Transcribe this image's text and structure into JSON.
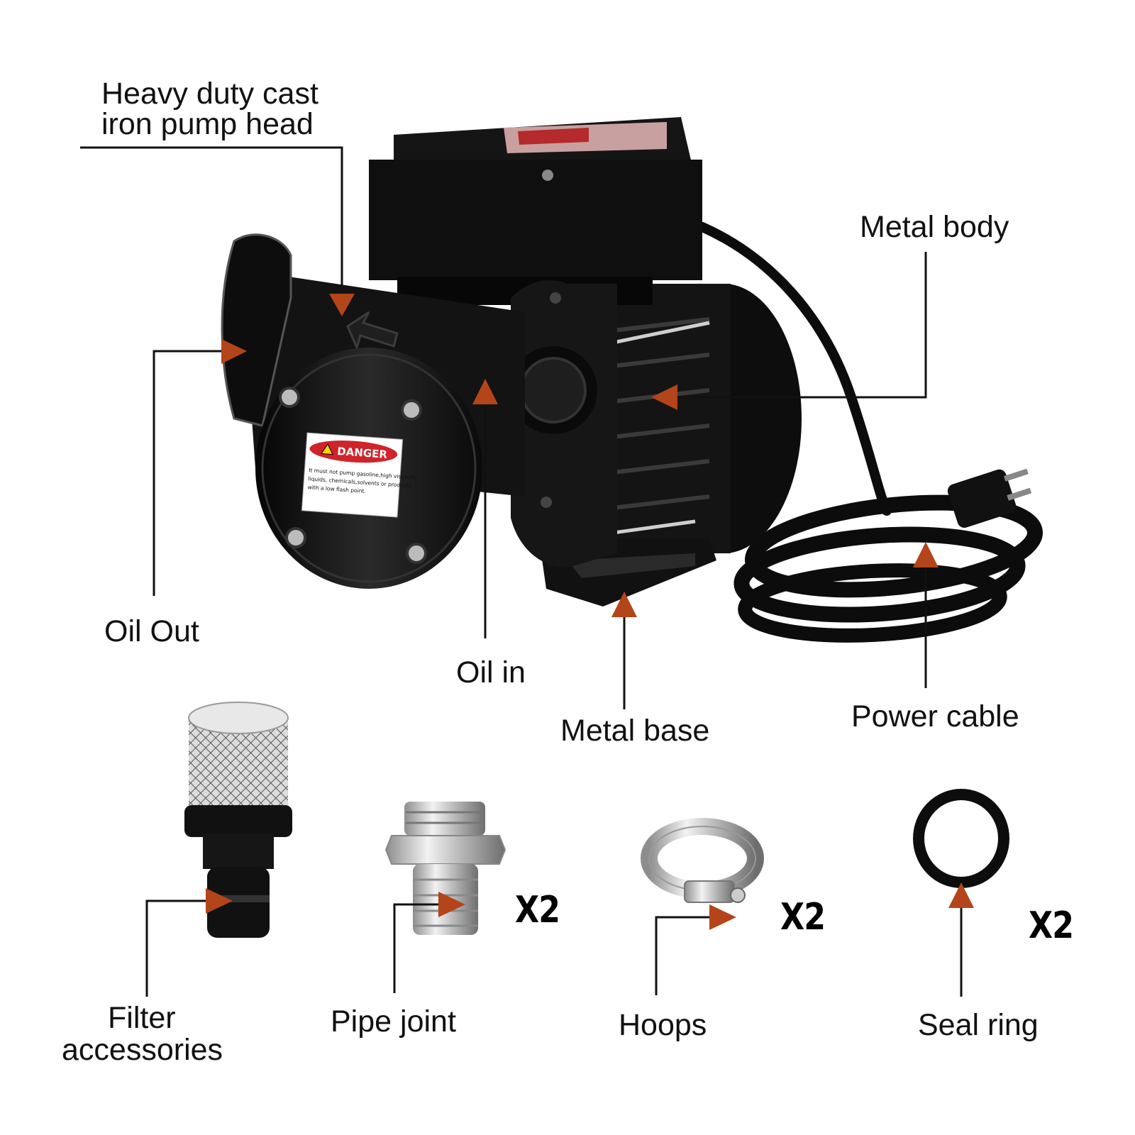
{
  "labels": {
    "pump_head": "Heavy duty cast\niron pump head",
    "pump_head_line1": "Heavy duty cast",
    "pump_head_line2": "iron pump head",
    "metal_body": "Metal body",
    "oil_out": "Oil Out",
    "oil_in": "Oil in",
    "metal_base": "Metal base",
    "power_cable": "Power cable",
    "filter_line1": "Filter",
    "filter_line2": "accessories",
    "pipe_joint": "Pipe joint",
    "hoops": "Hoops",
    "seal_ring": "Seal ring"
  },
  "quantities": {
    "pipe_joint": "X2",
    "hoops": "X2",
    "seal_ring": "X2"
  },
  "warning_label": {
    "title": "DANGER",
    "text_line1": "It must not pump gasoline,high viscosity",
    "text_line2": "liquids, chemicals,solvents or products",
    "text_line3": "with a low flash point."
  },
  "colors": {
    "arrow": "#b4441a",
    "line": "#111111",
    "pump_body": "#141414",
    "danger_red": "#d0232a"
  }
}
